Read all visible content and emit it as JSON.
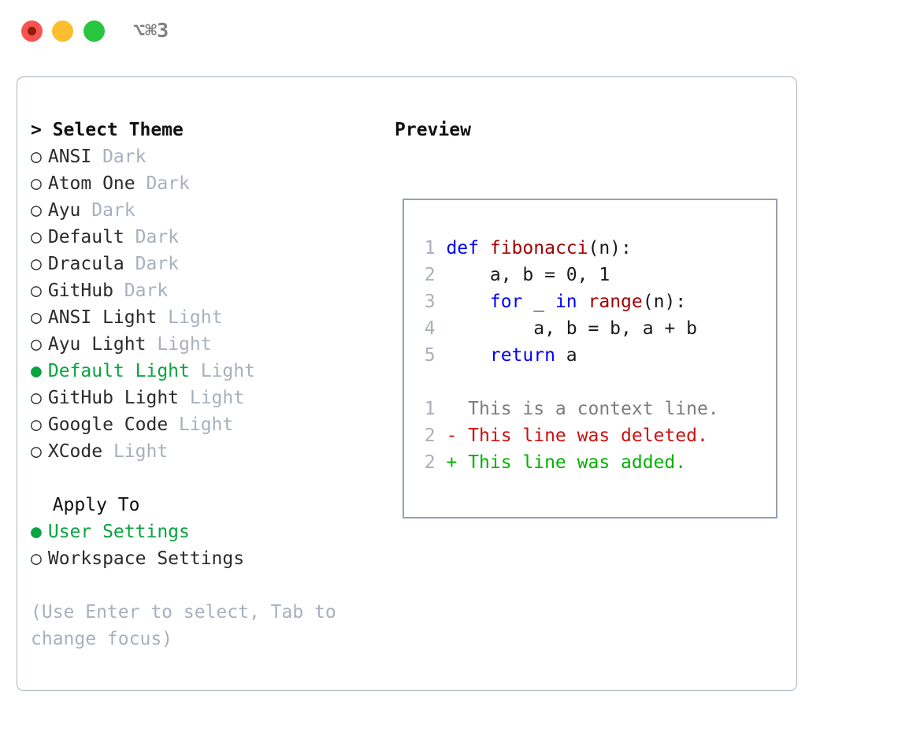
{
  "titlebar": {
    "buttons": [
      {
        "name": "close",
        "color": "#f9534f"
      },
      {
        "name": "minimize",
        "color": "#fcbd2e"
      },
      {
        "name": "maximize",
        "color": "#29c53f"
      }
    ],
    "shortcut": "⌥⌘3"
  },
  "colors": {
    "accent_green": "#0aa33f",
    "muted_gray": "#a8b0bd",
    "panel_border": "#a9b3bf",
    "preview_border": "#96a1b0",
    "keyword_blue": "#0000ff",
    "function_red": "#a30000",
    "diff_added": "#00b200",
    "diff_deleted": "#cc1111",
    "diff_context": "#7d7d7d"
  },
  "theme_section": {
    "header": "> Select Theme",
    "focused": true,
    "items": [
      {
        "marker": "○",
        "label": "ANSI",
        "tag": "Dark",
        "selected": false
      },
      {
        "marker": "○",
        "label": "Atom One",
        "tag": "Dark",
        "selected": false
      },
      {
        "marker": "○",
        "label": "Ayu",
        "tag": "Dark",
        "selected": false
      },
      {
        "marker": "○",
        "label": "Default",
        "tag": "Dark",
        "selected": false
      },
      {
        "marker": "○",
        "label": "Dracula",
        "tag": "Dark",
        "selected": false
      },
      {
        "marker": "○",
        "label": "GitHub",
        "tag": "Dark",
        "selected": false
      },
      {
        "marker": "○",
        "label": "ANSI Light",
        "tag": "Light",
        "selected": false
      },
      {
        "marker": "○",
        "label": "Ayu Light",
        "tag": "Light",
        "selected": false
      },
      {
        "marker": "●",
        "label": "Default Light",
        "tag": "Light",
        "selected": true
      },
      {
        "marker": "○",
        "label": "GitHub Light",
        "tag": "Light",
        "selected": false
      },
      {
        "marker": "○",
        "label": "Google Code",
        "tag": "Light",
        "selected": false
      },
      {
        "marker": "○",
        "label": "XCode",
        "tag": "Light",
        "selected": false
      }
    ]
  },
  "apply_section": {
    "header": "  Apply To",
    "focused": false,
    "items": [
      {
        "marker": "●",
        "label": "User Settings",
        "tag": "",
        "selected": true
      },
      {
        "marker": "○",
        "label": "Workspace Settings",
        "tag": "",
        "selected": false
      }
    ]
  },
  "help_text": "(Use Enter to select, Tab to change focus)",
  "preview": {
    "title": "Preview",
    "code_lines": [
      {
        "no": "1",
        "tokens": [
          {
            "t": "def",
            "c": "kw"
          },
          {
            "t": " ",
            "c": "plain"
          },
          {
            "t": "fibonacci",
            "c": "fn"
          },
          {
            "t": "(n):",
            "c": "plain"
          }
        ]
      },
      {
        "no": "2",
        "tokens": [
          {
            "t": "    a, b = 0, 1",
            "c": "plain"
          }
        ]
      },
      {
        "no": "3",
        "tokens": [
          {
            "t": "    ",
            "c": "plain"
          },
          {
            "t": "for",
            "c": "kw"
          },
          {
            "t": " _ ",
            "c": "plain"
          },
          {
            "t": "in",
            "c": "kw"
          },
          {
            "t": " ",
            "c": "plain"
          },
          {
            "t": "range",
            "c": "fn"
          },
          {
            "t": "(n):",
            "c": "plain"
          }
        ]
      },
      {
        "no": "4",
        "tokens": [
          {
            "t": "        a, b = b, a + b",
            "c": "plain"
          }
        ]
      },
      {
        "no": "5",
        "tokens": [
          {
            "t": "    ",
            "c": "plain"
          },
          {
            "t": "return",
            "c": "kw"
          },
          {
            "t": " a",
            "c": "plain"
          }
        ]
      }
    ],
    "diff_lines": [
      {
        "no": "1",
        "tokens": [
          {
            "t": "  This is a context line.",
            "c": "ctx"
          }
        ]
      },
      {
        "no": "2",
        "tokens": [
          {
            "t": "- This line was deleted.",
            "c": "del"
          }
        ]
      },
      {
        "no": "2",
        "tokens": [
          {
            "t": "+ This line was added.",
            "c": "add"
          }
        ]
      }
    ]
  }
}
